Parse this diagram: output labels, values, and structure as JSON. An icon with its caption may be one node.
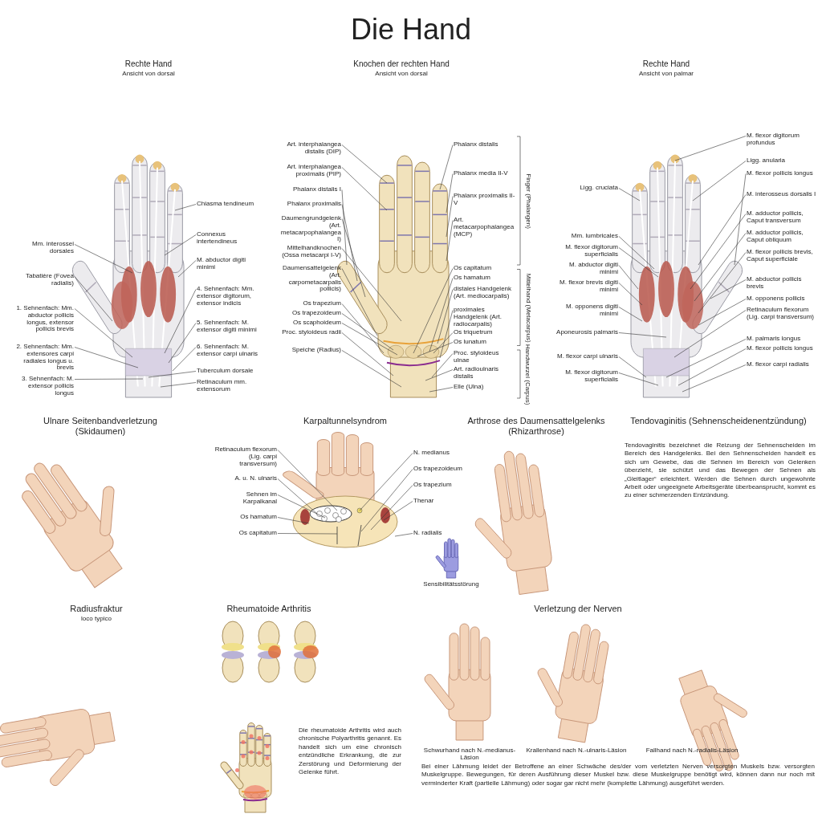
{
  "diagram": {
    "title": "Die Hand",
    "nodes": [
      {
        "text": [
          "Chiasma tendineum"
        ]
      },
      {
        "text": [
          "Connexus intertendineus"
        ]
      },
      {
        "text": [
          "M. abductor digiti minimi"
        ]
      },
      {
        "text": [
          "4. Sehnenfach: Mm. extensor digitorum, extensor indicis"
        ]
      },
      {
        "text": [
          "5. Sehnenfach: M. extensor digiti minimi"
        ]
      },
      {
        "text": [
          "6. Sehnenfach: M. extensor carpi ulnaris"
        ]
      },
      {
        "text": [
          "Tuberculum dorsale"
        ]
      },
      {
        "text": [
          "Retinaculum mm. extensorum"
        ]
      },
      {
        "text": [
          "Mm. interossei dorsales"
        ]
      },
      {
        "text": [
          "Tabatière (Fovea radialis)"
        ]
      },
      {
        "text": [
          "1. Sehnenfach: Mm. abductor pollicis longus, extensor pollicis brevis"
        ]
      },
      {
        "text": [
          "2. Sehnenfach: Mm. extensores carpi radiales longus u. brevis"
        ]
      },
      {
        "text": [
          "3. Sehnenfach: M. extensor pollicis longus"
        ]
      },
      {
        "text": [
          "Art. interphalangea distalis (DIP)"
        ]
      },
      {
        "text": [
          "Art. interphalangea proximalis (PIP)"
        ]
      },
      {
        "text": [
          "Phalanx distalis I"
        ]
      },
      {
        "text": [
          "Phalanx proximalis"
        ]
      },
      {
        "text": [
          "Daumengrundgelenk (Art. metacarpophalangea I)"
        ]
      },
      {
        "text": [
          "Mittelhandknochen (Ossa metacarpi I-V)"
        ]
      },
      {
        "text": [
          "Daumensattelgelenk (Art. carpometacarpalis pollicis)"
        ]
      },
      {
        "text": [
          "Os trapezium"
        ]
      },
      {
        "text": [
          "Os trapezoideum"
        ]
      },
      {
        "text": [
          "Os scaphoideum"
        ]
      },
      {
        "text": [
          "Proc. styloideus radii"
        ]
      },
      {
        "text": [
          "Speiche (Radius)"
        ]
      },
      {
        "text": [
          "Phalanx distalis"
        ]
      },
      {
        "text": [
          "Phalanx media II-V"
        ]
      },
      {
        "text": [
          "Phalanx proximalis II-V"
        ]
      },
      {
        "text": [
          "Art. metacarpophalangea (MCP)"
        ]
      },
      {
        "text": [
          "Os capitatum"
        ]
      },
      {
        "text": [
          "Os hamatum"
        ]
      },
      {
        "text": [
          "distales Handgelenk (Art. mediocarpalis)"
        ]
      },
      {
        "text": [
          "proximales Handgelenk (Art. radiocarpalis)"
        ]
      },
      {
        "text": [
          "Os triquetrum"
        ]
      },
      {
        "text": [
          "Os lunatum"
        ]
      },
      {
        "text": [
          "Proc. styloideus ulnae"
        ]
      },
      {
        "text": [
          "Art. radioulnaris distalis"
        ]
      },
      {
        "text": [
          "Elle (Ulna)"
        ]
      },
      {
        "text": [
          "M. flexor digitorum profundus"
        ]
      },
      {
        "text": [
          "Ligg. anularia"
        ]
      },
      {
        "text": [
          "M. flexor pollicis longus"
        ]
      },
      {
        "text": [
          "M. interosseus dorsalis I"
        ]
      },
      {
        "text": [
          "M. adductor pollicis, Caput transversum"
        ]
      },
      {
        "text": [
          "M. adductor pollicis, Caput obliquum"
        ]
      },
      {
        "text": [
          "M. flexor pollicis brevis, Caput superficiale"
        ]
      },
      {
        "text": [
          "M. abductor pollicis brevis"
        ]
      },
      {
        "text": [
          "M. opponens pollicis"
        ]
      },
      {
        "text": [
          "Retinaculum flexorum (Lig. carpi transversum)"
        ]
      },
      {
        "text": [
          "M. palmaris longus"
        ]
      },
      {
        "text": [
          "M. flexor pollicis longus"
        ]
      },
      {
        "text": [
          "M. flexor carpi radialis"
        ]
      },
      {
        "text": [
          "Ligg. cruciata"
        ]
      },
      {
        "text": [
          "Mm. lumbricales"
        ]
      },
      {
        "text": [
          "M. flexor digitorum superficialis"
        ]
      },
      {
        "text": [
          "M. abductor digiti minimi"
        ]
      },
      {
        "text": [
          "M. flexor brevis digiti minimi"
        ]
      },
      {
        "text": [
          "M. opponens digiti minimi"
        ]
      },
      {
        "text": [
          "Aponeurosis palmaris"
        ]
      },
      {
        "text": [
          "M. flexor carpi ulnaris"
        ]
      },
      {
        "text": [
          "M. flexor digitorum superficialis"
        ]
      },
      {
        "text": [
          "Retinaculum flexorum (Lig. carpi transversum)"
        ]
      },
      {
        "text": [
          "A. u. N. ulnaris"
        ]
      },
      {
        "text": [
          "Sehnen im Karpalkanal"
        ]
      },
      {
        "text": [
          "Os hamatum"
        ]
      },
      {
        "text": [
          "Os capitatum"
        ]
      },
      {
        "text": [
          "N. medianus"
        ]
      },
      {
        "text": [
          "Os trapezoideum"
        ]
      },
      {
        "text": [
          "Os trapezium"
        ]
      },
      {
        "text": [
          "Thenar"
        ]
      },
      {
        "text": [
          "N. radialis"
        ]
      },
      {
        "text": [],
        "shape": "picture"
      },
      {
        "text": [],
        "shape": "picture"
      },
      {
        "text": [],
        "shape": "picture"
      },
      {
        "text": [],
        "shape": "picture"
      }
    ],
    "edges": [
      {
        "from": 0,
        "to": 70,
        "arrow": "none"
      },
      {
        "from": 1,
        "to": 70,
        "arrow": "none"
      },
      {
        "from": 2,
        "to": 70,
        "arrow": "none"
      },
      {
        "from": 3,
        "to": 70,
        "arrow": "none"
      },
      {
        "from": 4,
        "to": 70,
        "arrow": "none"
      },
      {
        "from": 5,
        "to": 70,
        "arrow": "none"
      },
      {
        "from": 6,
        "to": 70,
        "arrow": "none"
      },
      {
        "from": 7,
        "to": 70,
        "arrow": "none"
      },
      {
        "from": 8,
        "to": 70,
        "arrow": "none"
      },
      {
        "from": 9,
        "to": 70,
        "arrow": "none"
      },
      {
        "from": 10,
        "to": 70,
        "arrow": "none"
      },
      {
        "from": 11,
        "to": 70,
        "arrow": "none"
      },
      {
        "from": 12,
        "to": 70,
        "arrow": "none"
      },
      {
        "from": 13,
        "to": 71,
        "arrow": "none"
      },
      {
        "from": 14,
        "to": 71,
        "arrow": "none"
      },
      {
        "from": 15,
        "to": 71,
        "arrow": "none"
      },
      {
        "from": 16,
        "to": 71,
        "arrow": "none"
      },
      {
        "from": 17,
        "to": 71,
        "arrow": "none"
      },
      {
        "from": 18,
        "to": 71,
        "arrow": "none"
      },
      {
        "from": 19,
        "to": 71,
        "arrow": "none"
      },
      {
        "from": 20,
        "to": 71,
        "arrow": "none"
      },
      {
        "from": 21,
        "to": 71,
        "arrow": "none"
      },
      {
        "from": 22,
        "to": 71,
        "arrow": "none"
      },
      {
        "from": 23,
        "to": 71,
        "arrow": "none"
      },
      {
        "from": 24,
        "to": 71,
        "arrow": "none"
      },
      {
        "from": 25,
        "to": 71,
        "arrow": "none"
      },
      {
        "from": 26,
        "to": 71,
        "arrow": "none"
      },
      {
        "from": 27,
        "to": 71,
        "arrow": "none"
      },
      {
        "from": 28,
        "to": 71,
        "arrow": "none"
      },
      {
        "from": 29,
        "to": 71,
        "arrow": "none"
      },
      {
        "from": 30,
        "to": 71,
        "arrow": "none"
      },
      {
        "from": 31,
        "to": 71,
        "arrow": "none"
      },
      {
        "from": 32,
        "to": 71,
        "arrow": "none"
      },
      {
        "from": 33,
        "to": 71,
        "arrow": "none"
      },
      {
        "from": 34,
        "to": 71,
        "arrow": "none"
      },
      {
        "from": 35,
        "to": 71,
        "arrow": "none"
      },
      {
        "from": 36,
        "to": 71,
        "arrow": "none"
      },
      {
        "from": 37,
        "to": 71,
        "arrow": "none"
      },
      {
        "from": 38,
        "to": 72,
        "arrow": "none"
      },
      {
        "from": 39,
        "to": 72,
        "arrow": "none"
      },
      {
        "from": 40,
        "to": 72,
        "arrow": "none"
      },
      {
        "from": 41,
        "to": 72,
        "arrow": "none"
      },
      {
        "from": 42,
        "to": 72,
        "arrow": "none"
      },
      {
        "from": 43,
        "to": 72,
        "arrow": "none"
      },
      {
        "from": 44,
        "to": 72,
        "arrow": "none"
      },
      {
        "from": 45,
        "to": 72,
        "arrow": "none"
      },
      {
        "from": 46,
        "to": 72,
        "arrow": "none"
      },
      {
        "from": 47,
        "to": 72,
        "arrow": "none"
      },
      {
        "from": 48,
        "to": 72,
        "arrow": "none"
      },
      {
        "from": 49,
        "to": 72,
        "arrow": "none"
      },
      {
        "from": 50,
        "to": 72,
        "arrow": "none"
      },
      {
        "from": 51,
        "to": 72,
        "arrow": "none"
      },
      {
        "from": 52,
        "to": 72,
        "arrow": "none"
      },
      {
        "from": 53,
        "to": 72,
        "arrow": "none"
      },
      {
        "from": 54,
        "to": 72,
        "arrow": "none"
      },
      {
        "from": 55,
        "to": 72,
        "arrow": "none"
      },
      {
        "from": 56,
        "to": 72,
        "arrow": "none"
      },
      {
        "from": 57,
        "to": 72,
        "arrow": "none"
      },
      {
        "from": 58,
        "to": 72,
        "arrow": "none"
      },
      {
        "from": 59,
        "to": 72,
        "arrow": "none"
      },
      {
        "from": 60,
        "to": 73,
        "arrow": "none"
      },
      {
        "from": 61,
        "to": 73,
        "arrow": "none"
      },
      {
        "from": 62,
        "to": 73,
        "arrow": "none"
      },
      {
        "from": 63,
        "to": 73,
        "arrow": "none"
      },
      {
        "from": 64,
        "to": 73,
        "arrow": "none"
      },
      {
        "from": 65,
        "to": 73,
        "arrow": "none"
      },
      {
        "from": 66,
        "to": 73,
        "arrow": "none"
      },
      {
        "from": 67,
        "to": 73,
        "arrow": "none"
      },
      {
        "from": 68,
        "to": 73,
        "arrow": "none"
      },
      {
        "from": 69,
        "to": 73,
        "arrow": "none"
      }
    ],
    "labels": [
      "Rechte Hand",
      "Ansicht von dorsal",
      "Knochen der rechten Hand",
      "Ansicht von dorsal",
      "Rechte Hand",
      "Ansicht von palmar",
      "Finger (Phalangen)",
      "Mittelhand (Metacarpus)",
      "Handwurzel (Carpus)",
      "Ulnare Seitenbandverletzung (Skidaumen)",
      "Karpaltunnelsyndrom",
      "Arthrose des Daumensattelgelenks (Rhizarthrose)",
      "Tendovaginitis (Sehnenscheidenentzündung)",
      "Tendovaginitis bezeichnet die Reizung der Sehnenscheiden im Bereich des Handgelenks. Bei den Sehnenscheiden handelt es sich um Gewebe, das die Sehnen im Bereich von Gelenken überzieht, sie schützt und das Bewegen der Sehnen als „Gleitlager“ erleichtert. Werden die Sehnen durch ungewohnte Arbeit oder ungeeignete Arbeitsgeräte überbeansprucht, kommt es zu einer schmerzenden Entzündung.",
      "Sensibilitätsstörung",
      "Radiusfraktur",
      "loco typico",
      "Rheumatoide Arthritis",
      "Verletzung der Nerven",
      "Die rheumatoide Arthritis wird auch chronische Polyarthritis genannt. Es handelt sich um eine chronisch entzündliche Erkrankung, die zur Zerstörung und Deformierung der Gelenke führt.",
      "Schwurhand nach N.-medianus-Läsion",
      "Krallenhand nach N.-ulnaris-Läsion",
      "Fallhand nach N.-radialis-Läsion",
      "Bei einer Lähmung leidet der Betroffene an einer Schwäche des/der vom verletzten Nerven versorgten Muskels bzw. versorgten Muskelgruppe. Bewegungen, für deren Ausführung dieser Muskel bzw. diese Muskelgruppe benötigt wird, können dann nur noch mit verminderter Kraft (partielle Lähmung) oder sogar gar nicht mehr (komplette Lähmung) ausgeführt werden."
    ]
  }
}
